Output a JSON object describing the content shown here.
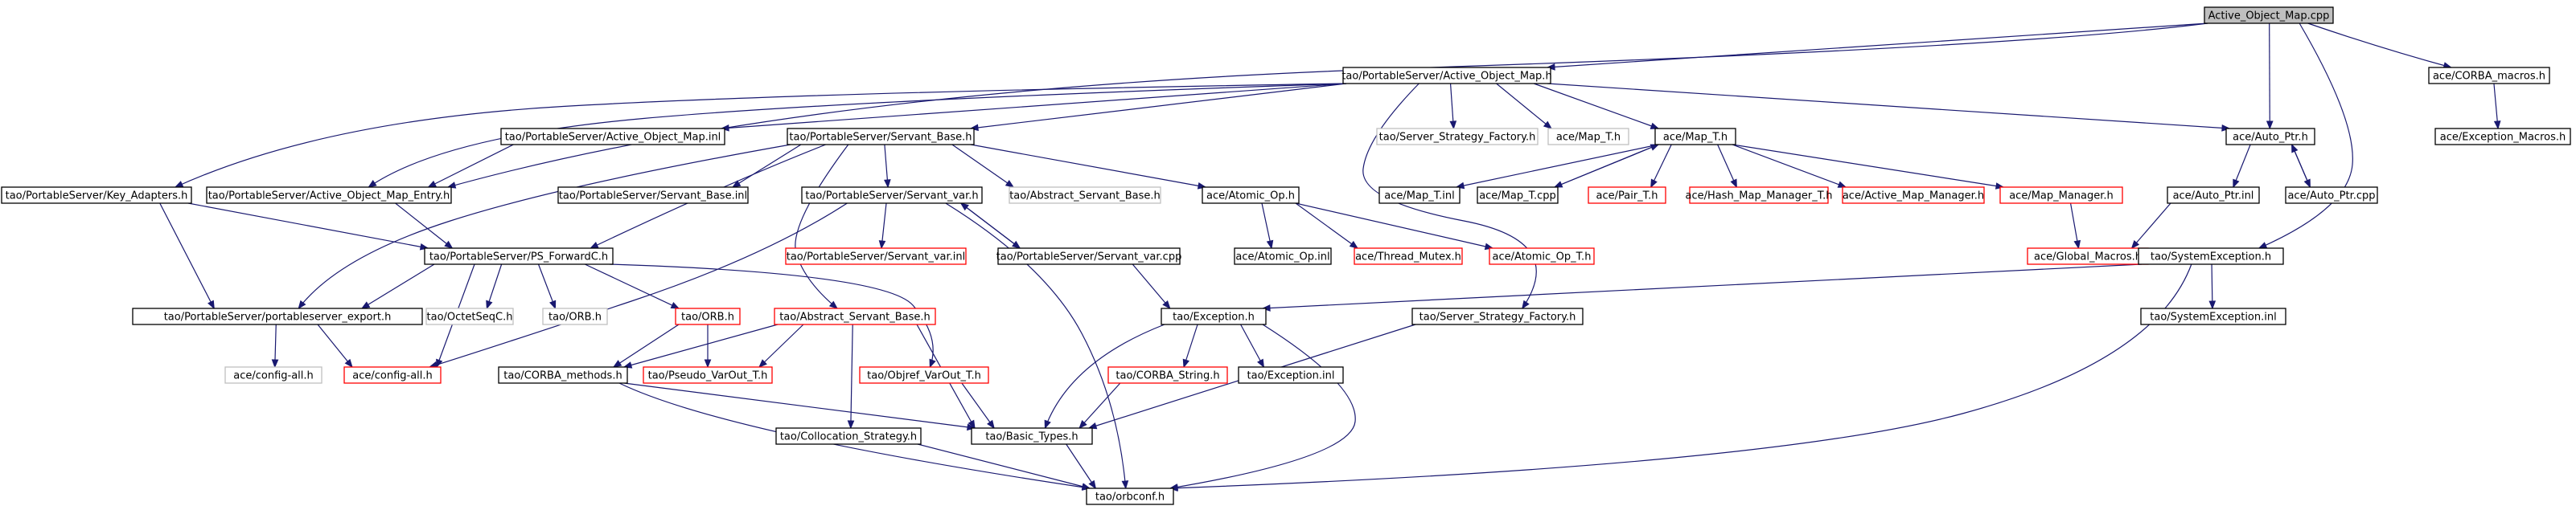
{
  "graph": {
    "root": "Active_Object_Map.cpp",
    "colors": {
      "edge": "#191970",
      "normal_border": "#000000",
      "truncated_border": "#ff0000",
      "external_border": "#bfbfbf",
      "root_fill": "#bfbfbf",
      "text": "#000000"
    },
    "nodes": [
      {
        "id": "n_root",
        "label": "Active_Object_Map.cpp",
        "kind": "root"
      },
      {
        "id": "n_aom_h",
        "label": "tao/PortableServer/Active_Object_Map.h",
        "kind": "normal"
      },
      {
        "id": "n_corba_macros",
        "label": "ace/CORBA_macros.h",
        "kind": "normal"
      },
      {
        "id": "n_exc_macros",
        "label": "ace/Exception_Macros.h",
        "kind": "normal"
      },
      {
        "id": "n_aom_inl",
        "label": "tao/PortableServer/Active_Object_Map.inl",
        "kind": "normal"
      },
      {
        "id": "n_servant_base",
        "label": "tao/PortableServer/Servant_Base.h",
        "kind": "normal"
      },
      {
        "id": "n_ssf_grey",
        "label": "tao/Server_Strategy_Factory.h",
        "kind": "external"
      },
      {
        "id": "n_map_t_grey",
        "label": "ace/Map_T.h",
        "kind": "external"
      },
      {
        "id": "n_map_t",
        "label": "ace/Map_T.h",
        "kind": "normal"
      },
      {
        "id": "n_auto_ptr",
        "label": "ace/Auto_Ptr.h",
        "kind": "normal"
      },
      {
        "id": "n_key_adapters",
        "label": "tao/PortableServer/Key_Adapters.h",
        "kind": "normal"
      },
      {
        "id": "n_aom_entry",
        "label": "tao/PortableServer/Active_Object_Map_Entry.h",
        "kind": "normal"
      },
      {
        "id": "n_servant_base_inl",
        "label": "tao/PortableServer/Servant_Base.inl",
        "kind": "normal"
      },
      {
        "id": "n_servant_var",
        "label": "tao/PortableServer/Servant_var.h",
        "kind": "normal"
      },
      {
        "id": "n_abs_servant_grey",
        "label": "tao/Abstract_Servant_Base.h",
        "kind": "external"
      },
      {
        "id": "n_atomic_op",
        "label": "ace/Atomic_Op.h",
        "kind": "normal"
      },
      {
        "id": "n_map_t_inl",
        "label": "ace/Map_T.inl",
        "kind": "normal"
      },
      {
        "id": "n_map_t_cpp",
        "label": "ace/Map_T.cpp",
        "kind": "normal"
      },
      {
        "id": "n_pair_t",
        "label": "ace/Pair_T.h",
        "kind": "truncated"
      },
      {
        "id": "n_hash_map",
        "label": "ace/Hash_Map_Manager_T.h",
        "kind": "truncated"
      },
      {
        "id": "n_active_map",
        "label": "ace/Active_Map_Manager.h",
        "kind": "truncated"
      },
      {
        "id": "n_map_manager",
        "label": "ace/Map_Manager.h",
        "kind": "truncated"
      },
      {
        "id": "n_auto_ptr_inl",
        "label": "ace/Auto_Ptr.inl",
        "kind": "normal"
      },
      {
        "id": "n_auto_ptr_cpp",
        "label": "ace/Auto_Ptr.cpp",
        "kind": "normal"
      },
      {
        "id": "n_ps_forward",
        "label": "tao/PortableServer/PS_ForwardC.h",
        "kind": "normal"
      },
      {
        "id": "n_servant_var_inl",
        "label": "tao/PortableServer/Servant_var.inl",
        "kind": "truncated"
      },
      {
        "id": "n_servant_var_cpp",
        "label": "tao/PortableServer/Servant_var.cpp",
        "kind": "normal"
      },
      {
        "id": "n_atomic_op_inl",
        "label": "ace/Atomic_Op.inl",
        "kind": "normal"
      },
      {
        "id": "n_thread_mutex",
        "label": "ace/Thread_Mutex.h",
        "kind": "truncated"
      },
      {
        "id": "n_atomic_op_t",
        "label": "ace/Atomic_Op_T.h",
        "kind": "truncated"
      },
      {
        "id": "n_global_macros",
        "label": "ace/Global_Macros.h",
        "kind": "truncated"
      },
      {
        "id": "n_system_exception",
        "label": "tao/SystemException.h",
        "kind": "normal"
      },
      {
        "id": "n_ps_export",
        "label": "tao/PortableServer/portableserver_export.h",
        "kind": "normal"
      },
      {
        "id": "n_octetseq",
        "label": "tao/OctetSeqC.h",
        "kind": "external"
      },
      {
        "id": "n_orb_grey",
        "label": "tao/ORB.h",
        "kind": "external"
      },
      {
        "id": "n_orb",
        "label": "tao/ORB.h",
        "kind": "truncated"
      },
      {
        "id": "n_abs_servant",
        "label": "tao/Abstract_Servant_Base.h",
        "kind": "truncated"
      },
      {
        "id": "n_exception",
        "label": "tao/Exception.h",
        "kind": "normal"
      },
      {
        "id": "n_ssf",
        "label": "tao/Server_Strategy_Factory.h",
        "kind": "normal"
      },
      {
        "id": "n_sysexc_inl",
        "label": "tao/SystemException.inl",
        "kind": "normal"
      },
      {
        "id": "n_ace_config",
        "label": "ace/config-all.h",
        "kind": "external"
      },
      {
        "id": "n_tao_config",
        "label": "ace/config-all.h",
        "kind": "truncated"
      },
      {
        "id": "n_corba_methods",
        "label": "tao/CORBA_methods.h",
        "kind": "normal"
      },
      {
        "id": "n_pseudo_varout",
        "label": "tao/Pseudo_VarOut_T.h",
        "kind": "truncated"
      },
      {
        "id": "n_objref_varout",
        "label": "tao/Objref_VarOut_T.h",
        "kind": "truncated"
      },
      {
        "id": "n_corba_string",
        "label": "tao/CORBA_String.h",
        "kind": "truncated"
      },
      {
        "id": "n_exception_inl",
        "label": "tao/Exception.inl",
        "kind": "normal"
      },
      {
        "id": "n_collocation",
        "label": "tao/Collocation_Strategy.h",
        "kind": "normal"
      },
      {
        "id": "n_basic_types",
        "label": "tao/Basic_Types.h",
        "kind": "normal"
      },
      {
        "id": "n_orbconf",
        "label": "tao/orbconf.h",
        "kind": "normal"
      }
    ]
  }
}
